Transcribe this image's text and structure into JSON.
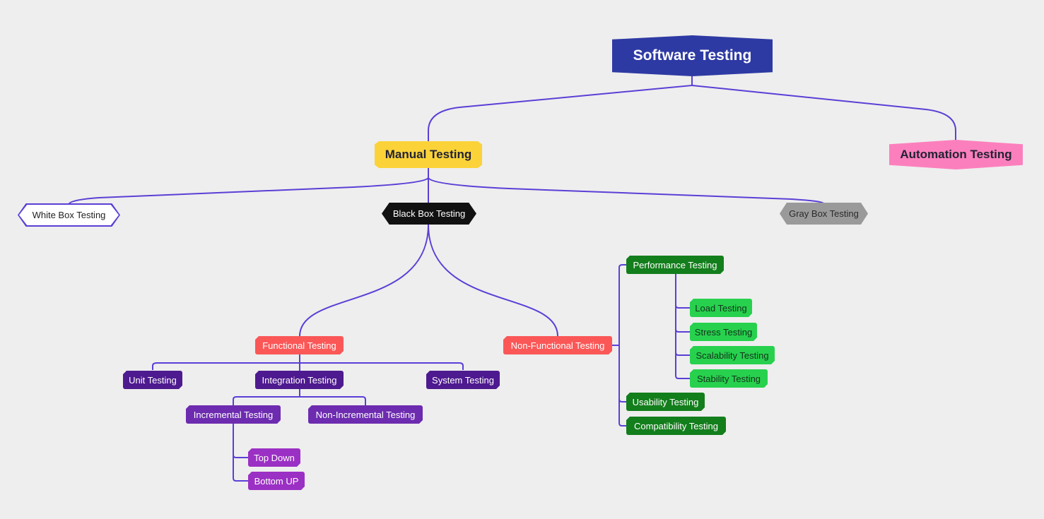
{
  "mindmap": {
    "root": "Software Testing",
    "branches": {
      "manual": "Manual Testing",
      "automation": "Automation Testing"
    },
    "manual_children": {
      "white_box": "White Box Testing",
      "black_box": "Black Box Testing",
      "gray_box": "Gray Box Testing"
    },
    "black_box_children": {
      "functional": "Functional Testing",
      "non_functional": "Non-Functional Testing"
    },
    "functional_children": {
      "unit": "Unit Testing",
      "integration": "Integration Testing",
      "system": "System Testing"
    },
    "integration_children": {
      "incremental": "Incremental Testing",
      "non_incremental": "Non-Incremental Testing"
    },
    "incremental_children": {
      "top_down": "Top Down",
      "bottom_up": "Bottom UP"
    },
    "non_functional_children": {
      "performance": "Performance Testing",
      "usability": "Usability Testing",
      "compatibility": "Compatibility Testing"
    },
    "performance_children": {
      "load": "Load Testing",
      "stress": "Stress Testing",
      "scalability": "Scalability Testing",
      "stability": "Stability Testing"
    }
  },
  "colors": {
    "background": "#eeeeee",
    "connector": "#5b3fd6",
    "root": "#2e3aa3",
    "manual": "#fbd338",
    "automation": "#fc7fbd",
    "black_box": "#111111",
    "gray_box": "#9a9a9a",
    "functional_group": "#fb5757",
    "dark_purple": "#4e1a8f",
    "medium_purple": "#6d2bb0",
    "light_purple": "#9b30c4",
    "dark_green": "#137e1c",
    "light_green": "#27d14e"
  }
}
